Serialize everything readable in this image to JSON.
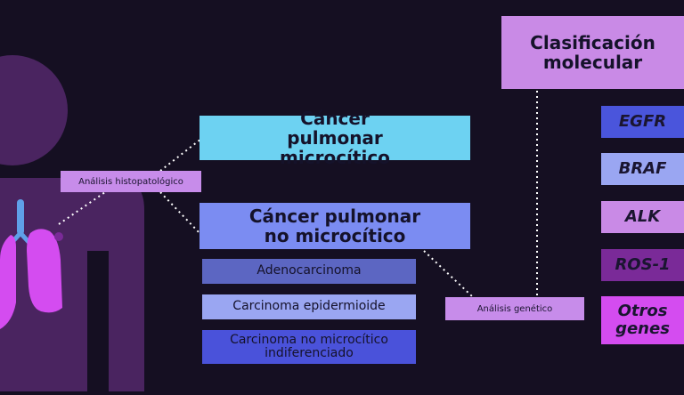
{
  "colors": {
    "background": "#150f22",
    "body_silhouette": "#4a2460",
    "lungs": "#d44cf0",
    "trachea": "#5fa0e8",
    "small_cell_box": "#6dd2f2",
    "non_small_cell_box": "#7b8cf2",
    "adenocarcinoma": "#5c66c2",
    "epidermoide": "#9aa6f2",
    "indiferenciado": "#4a52da",
    "molecular_box": "#c98ae6",
    "egfr": "#4a55dc",
    "braf": "#9aa6f2",
    "alk": "#c98ae6",
    "ros1": "#7a2a98",
    "otros": "#d44cf0",
    "dotted_line": "#ffffff"
  },
  "labels": {
    "histopatologico": "Análisis histopatológico",
    "genetico": "Análisis genético"
  },
  "boxes": {
    "microcitico": "Cáncer pulmonar microcítico",
    "no_microcitico": "Cáncer pulmonar no microcítico",
    "clasificacion": "Clasificación molecular"
  },
  "subtypes": [
    "Adenocarcinoma",
    "Carcinoma epidermioide",
    "Carcinoma no microcítico indiferenciado"
  ],
  "genes": [
    "EGFR",
    "BRAF",
    "ALK",
    "ROS-1",
    "Otros genes"
  ],
  "icons": {
    "body": "human-silhouette-icon",
    "lungs": "lungs-icon"
  }
}
